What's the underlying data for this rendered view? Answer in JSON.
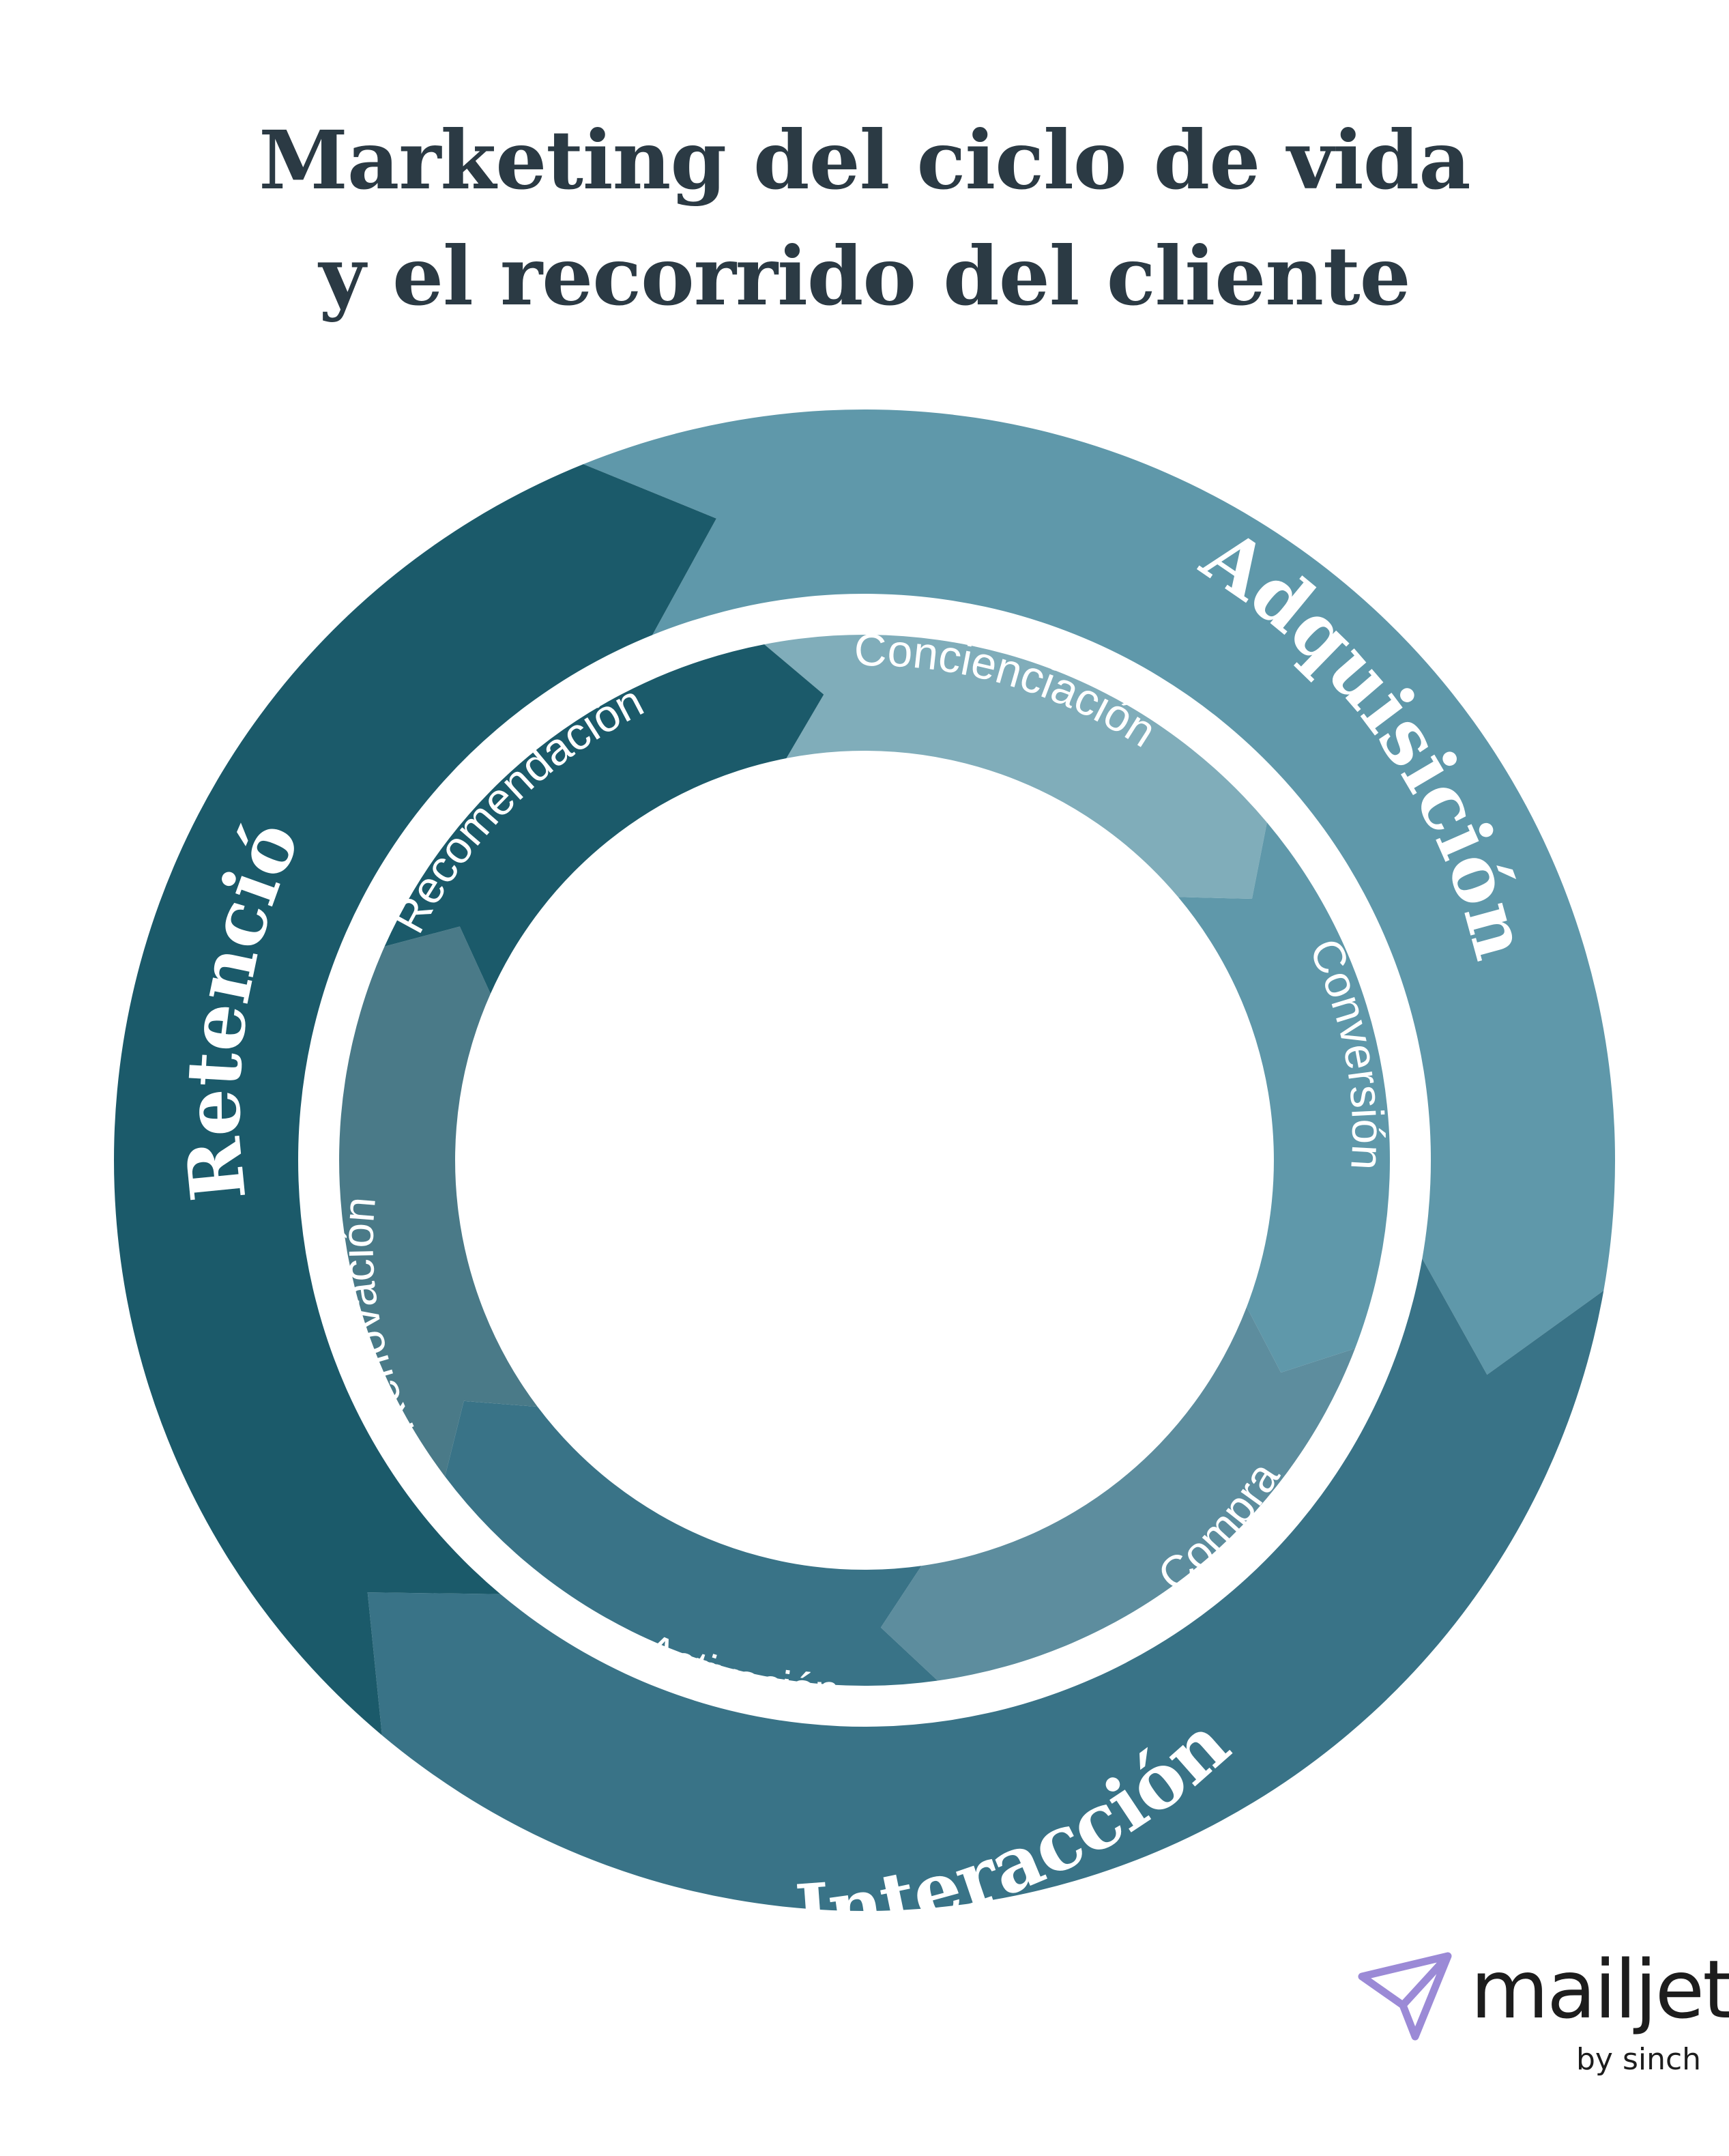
{
  "title": {
    "line1": "Marketing del ciclo de vida",
    "line2": "y el recorrido del cliente"
  },
  "outer_stages": [
    {
      "label": "Adquisición",
      "color": "#5f98aa"
    },
    {
      "label": "Interacción",
      "color": "#397387"
    },
    {
      "label": "Retención",
      "color": "#1b5a6a"
    }
  ],
  "inner_stages": [
    {
      "label": "Concienciación",
      "color": "#80adba"
    },
    {
      "label": "Conversión",
      "color": "#5f98aa"
    },
    {
      "label": "Compra",
      "color": "#5d8d9e"
    },
    {
      "label": "Activación",
      "color": "#397387"
    },
    {
      "label": "Renovación",
      "color": "#4a7a88"
    },
    {
      "label": "Recomendación",
      "color": "#1b5a6a"
    }
  ],
  "logo": {
    "name": "mailjet",
    "by": "by sinch",
    "icon_color": "#9b8ad6"
  }
}
